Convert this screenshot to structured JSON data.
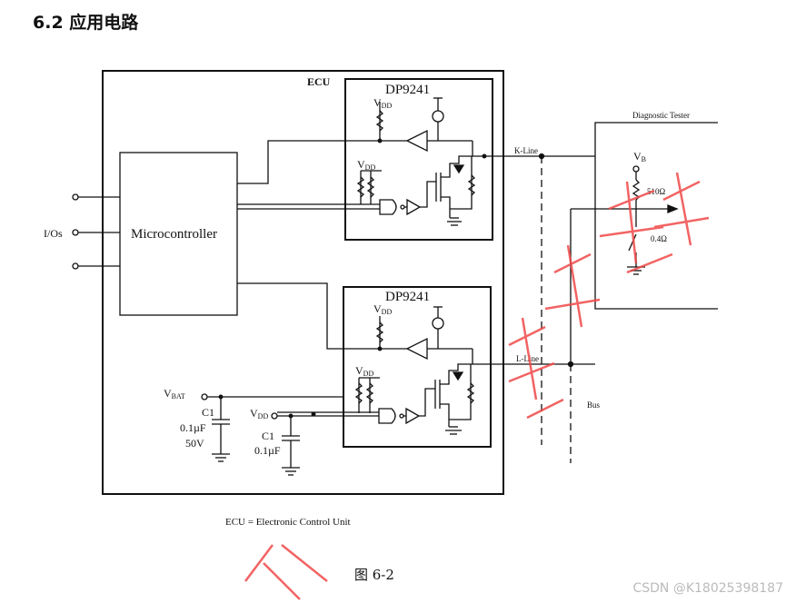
{
  "section_heading": "6.2 应用电路",
  "ecu_label": "ECU",
  "chip_top_label": "DP9241",
  "chip_bottom_label": "DP9241",
  "microcontroller_label": "Microcontroller",
  "ios_label": "I/Os",
  "vdd_label": "DD",
  "v_label": "V",
  "vbat_sub": "BAT",
  "vb_sub": "B",
  "k_line_label": "K-Line",
  "l_line_label": "L-Line",
  "diagnostic_tester_label": "Diagnostic Tester",
  "resistor_510_label": "510Ω",
  "resistor_04_label": "0.4Ω",
  "bus_label": "Bus",
  "c1_left": {
    "name": "C1",
    "value": "0.1µF",
    "voltage": "50V"
  },
  "c1_right": {
    "name": "C1",
    "value": "0.1µF"
  },
  "footnote": "ECU = Electronic Control Unit",
  "figure_caption": "图 6-2",
  "watermark_text": "CSDN @K18025398187",
  "colors": {
    "line": "#111111",
    "watermark": "#f04848"
  }
}
